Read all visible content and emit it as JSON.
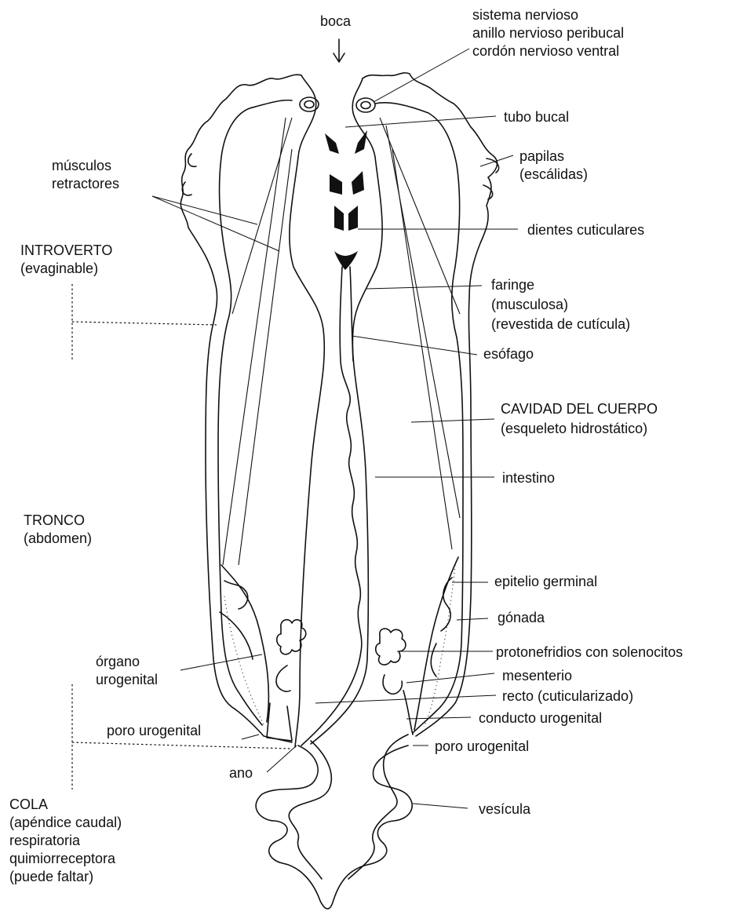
{
  "labels": {
    "boca": "boca",
    "sistema_nervioso": [
      "sistema nervioso",
      "anillo nervioso peribucal",
      "cordón nervioso ventral"
    ],
    "tubo_bucal": "tubo bucal",
    "papilas": [
      "papilas",
      "(escálidas)"
    ],
    "musculos_retractores": [
      "músculos",
      "retractores"
    ],
    "dientes_cuticulares": "dientes cuticulares",
    "introverto": [
      "INTROVERTO",
      "(evaginable)"
    ],
    "faringe": [
      "faringe",
      "(musculosa)",
      "(revestida de cutícula)"
    ],
    "esofago": "esófago",
    "cavidad": [
      "CAVIDAD DEL CUERPO",
      "(esqueleto hidrostático)"
    ],
    "intestino": "intestino",
    "tronco": [
      "TRONCO",
      "(abdomen)"
    ],
    "epitelio_germinal": "epitelio germinal",
    "gonada": "gónada",
    "protonefridios": "protonefridios con solenocitos",
    "organo_urogenital": [
      "órgano",
      "urogenital"
    ],
    "mesenterio": "mesenterio",
    "recto": "recto (cuticularizado)",
    "conducto_urogenital": "conducto urogenital",
    "poro_urogenital_left": "poro urogenital",
    "poro_urogenital_right": "poro urogenital",
    "ano": "ano",
    "vesicula": "vesícula",
    "cola": [
      "COLA",
      "(apéndice caudal)",
      "respiratoria",
      "quimiorreceptora",
      "(puede faltar)"
    ]
  }
}
